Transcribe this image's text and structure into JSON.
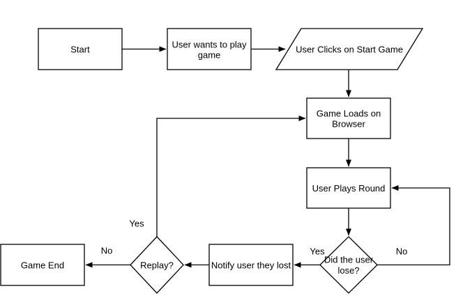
{
  "diagram": {
    "type": "flowchart",
    "colors": {
      "background": "#ffffff",
      "node_fill": "#ffffff",
      "stroke": "#000000",
      "text": "#000000"
    },
    "nodes": {
      "start": {
        "shape": "rectangle",
        "label": "Start"
      },
      "user_wants": {
        "shape": "rectangle",
        "line1": "User wants to play",
        "line2": "game"
      },
      "user_clicks": {
        "shape": "parallelogram",
        "label": "User Clicks on Start Game"
      },
      "game_loads": {
        "shape": "rectangle",
        "line1": "Game Loads on",
        "line2": "Browser"
      },
      "user_plays": {
        "shape": "rectangle",
        "label": "User Plays Round"
      },
      "did_lose": {
        "shape": "diamond",
        "line1": "Did the user",
        "line2": "lose?"
      },
      "notify": {
        "shape": "rectangle",
        "label": "Notify user they lost"
      },
      "replay": {
        "shape": "diamond",
        "label": "Replay?"
      },
      "game_end": {
        "shape": "rectangle",
        "label": "Game End"
      }
    },
    "edge_labels": {
      "lose_yes": "Yes",
      "lose_no": "No",
      "replay_yes": "Yes",
      "replay_no": "No"
    }
  }
}
